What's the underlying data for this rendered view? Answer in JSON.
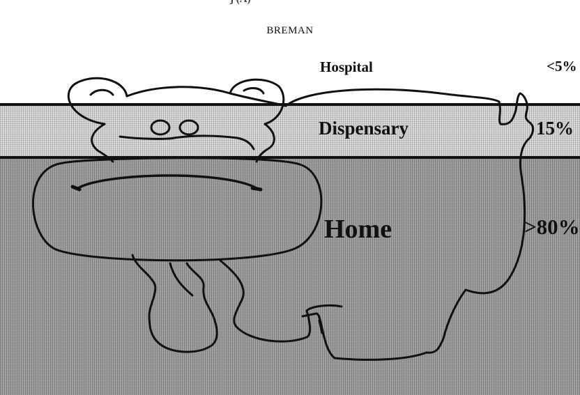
{
  "header": {
    "cropped_text": "j (A)"
  },
  "figure": {
    "title": "BREMAN"
  },
  "levels": [
    {
      "name": "Hospital",
      "share": "<5%"
    },
    {
      "name": "Dispensary",
      "share": "15%"
    },
    {
      "name": "Home",
      "share": ">80%"
    }
  ],
  "illustration": {
    "icon": "hippo-icon"
  }
}
